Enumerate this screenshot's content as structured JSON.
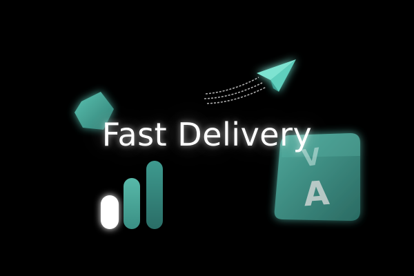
{
  "headline": {
    "text": "Fast Delivery"
  },
  "key_tile": {
    "upper_letter": "V",
    "lower_letter": "A"
  },
  "colors": {
    "background": "#000000",
    "teal_light": "#6fd6c4",
    "teal_mid": "#3e9a8f",
    "teal_dark": "#2b6e67",
    "bar_white": "#ffffff",
    "text": "#ffffff"
  },
  "icons": [
    "pentagon-icon",
    "paper-plane-icon",
    "signal-bars-icon",
    "key-tile-icon"
  ]
}
